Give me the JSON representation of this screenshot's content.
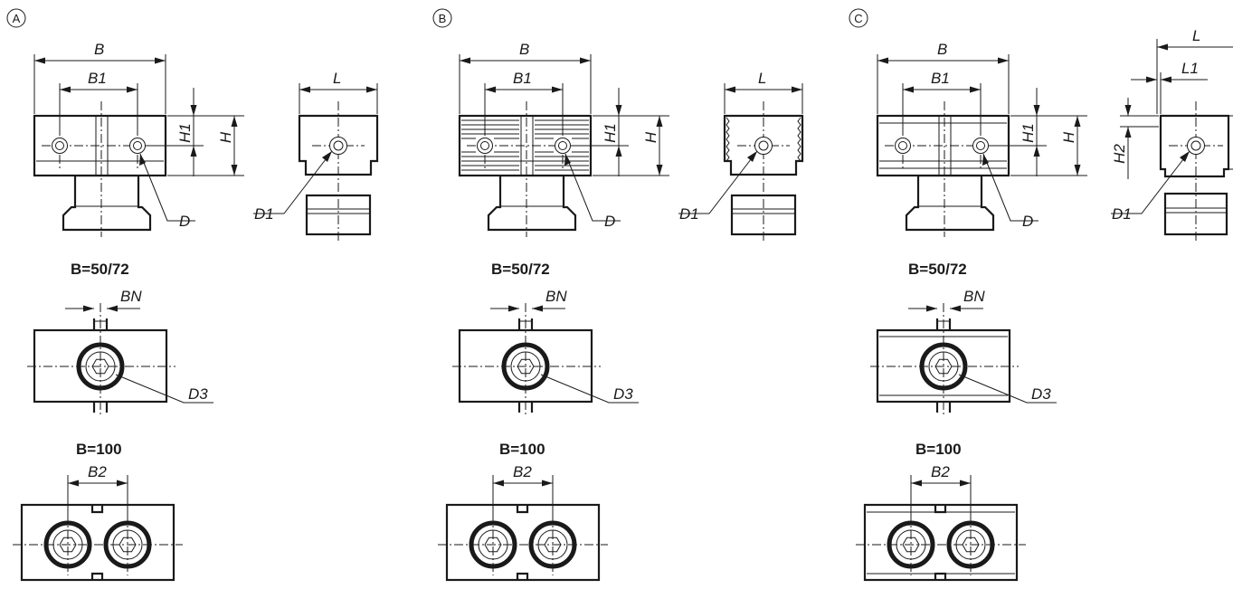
{
  "variants": [
    {
      "id": "A",
      "side_labels": {
        "width": "L",
        "hole": "D1"
      }
    },
    {
      "id": "B",
      "side_labels": {
        "width": "L",
        "hole": "D1"
      }
    },
    {
      "id": "C",
      "side_labels": {
        "width": "L",
        "width2": "L1",
        "height2": "H2",
        "hole": "D1"
      }
    }
  ],
  "front_labels": {
    "width": "B",
    "spacing": "B1",
    "height": "H",
    "height1": "H1",
    "hole": "D"
  },
  "top_labels": {
    "size_small": "B=50/72",
    "slot": "BN",
    "counterbore": "D3",
    "size_large": "B=100",
    "spacing2": "B2"
  },
  "colors": {
    "line": "#1a1a1a",
    "background": "#ffffff"
  }
}
